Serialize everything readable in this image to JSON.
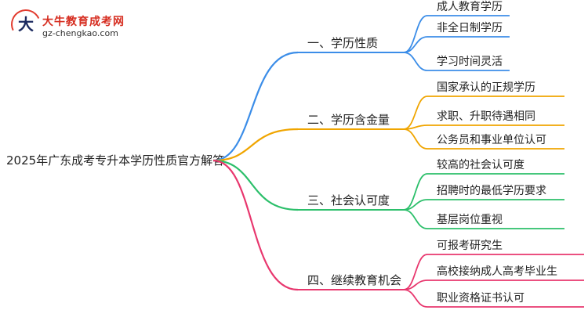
{
  "brand": {
    "name": "大牛教育成考网",
    "url": "gz-chengkao.com",
    "accent": "#d62d20"
  },
  "root": {
    "label": "2025年广东成考专升本学历性质官方解答"
  },
  "branches": [
    {
      "label": "一、学历性质",
      "color": "#3b8de8",
      "leaves": [
        "成人教育学历",
        "非全日制学历",
        "学习时间灵活"
      ]
    },
    {
      "label": "二、学历含金量",
      "color": "#f0a500",
      "leaves": [
        "国家承认的正规学历",
        "求职、升职待遇相同",
        "公务员和事业单位认可"
      ]
    },
    {
      "label": "三、社会认可度",
      "color": "#2bbf6a",
      "leaves": [
        "较高的社会认可度",
        "招聘时的最低学历要求",
        "基层岗位重视"
      ]
    },
    {
      "label": "四、继续教育机会",
      "color": "#e8376e",
      "leaves": [
        "可报考研究生",
        "高校接纳成人高考毕业生",
        "职业资格证书认可"
      ]
    }
  ]
}
